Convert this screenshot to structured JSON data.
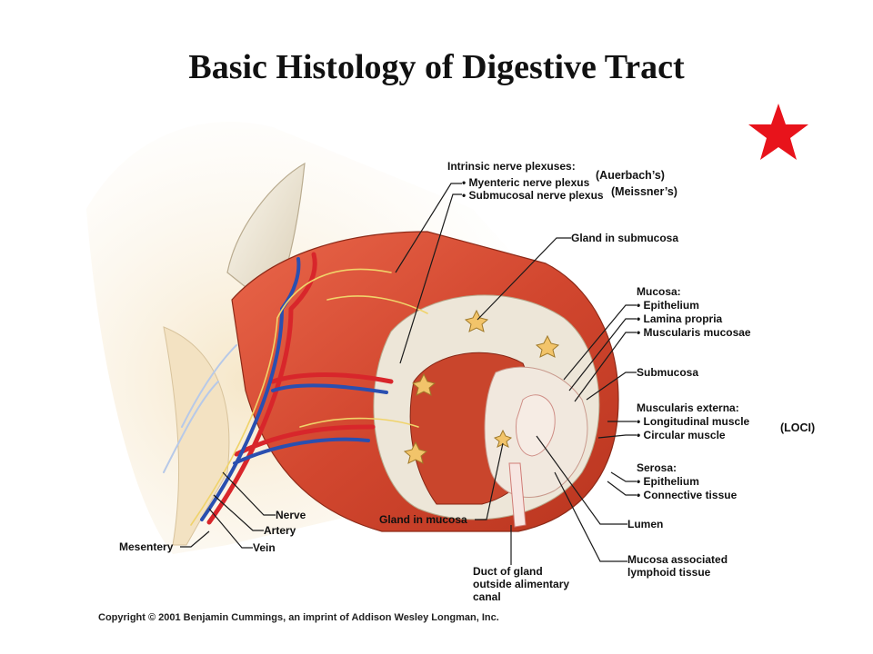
{
  "title": "Basic Histology of Digestive Tract",
  "star_color": "#e8131b",
  "labels": {
    "intrinsic_header": "Intrinsic nerve plexuses:",
    "myenteric": "Myenteric nerve plexus",
    "submucosal_plexus": "Submucosal nerve plexus",
    "auerbach": "(Auerbach’s)",
    "meissner": "(Meissner’s)",
    "gland_submucosa": "Gland in submucosa",
    "mucosa_header": "Mucosa:",
    "epithelium": "Epithelium",
    "lamina_propria": "Lamina propria",
    "muscularis_mucosae": "Muscularis mucosae",
    "submucosa": "Submucosa",
    "muscularis_externa_header": "Muscularis externa:",
    "longitudinal_muscle": "Longitudinal muscle",
    "circular_muscle": "Circular muscle",
    "loci": "(LOCI)",
    "serosa_header": "Serosa:",
    "serosa_epithelium": "Epithelium",
    "connective_tissue": "Connective tissue",
    "lumen": "Lumen",
    "malt": "Mucosa associated\nlymphoid tissue",
    "duct": "Duct of gland\noutside alimentary\ncanal",
    "gland_mucosa": "Gland in mucosa",
    "nerve": "Nerve",
    "artery": "Artery",
    "vein": "Vein",
    "mesentery": "Mesentery"
  },
  "copyright": "Copyright © 2001 Benjamin Cummings, an imprint of Addison Wesley Longman, Inc."
}
